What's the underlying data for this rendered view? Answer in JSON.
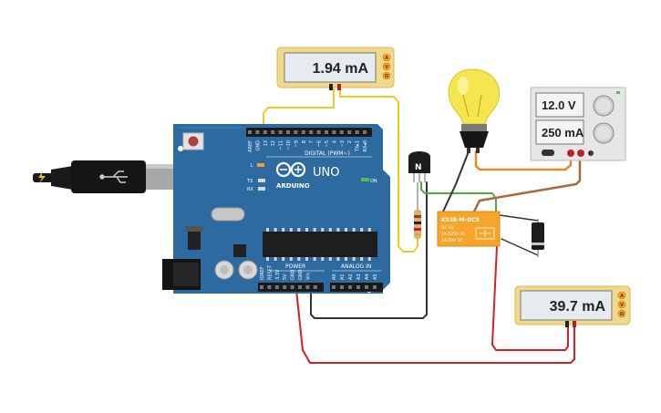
{
  "meter_top": {
    "reading": "1.94 mA",
    "buttons": [
      "A",
      "V",
      "Ω"
    ]
  },
  "meter_right": {
    "reading": "39.7 mA",
    "buttons": [
      "A",
      "V",
      "Ω"
    ]
  },
  "power_supply": {
    "voltage": "12.0 V",
    "current": "250 mA"
  },
  "arduino": {
    "brand": "ARDUINO",
    "model": "UNO",
    "digital_label": "DIGITAL (PWM~)",
    "analog_label": "ANALOG IN",
    "power_label": "POWER",
    "on_label": "ON",
    "tx_label": "TX",
    "rx_label": "RX",
    "l_label": "L",
    "digital_pins": [
      "AREF",
      "GND",
      "13",
      "12",
      "~11",
      "~10",
      "~9",
      "8",
      "7",
      "~6",
      "~5",
      "4",
      "~3",
      "2",
      "TX▸1",
      "RX◂0"
    ],
    "power_pins": [
      "IOREF",
      "RESET",
      "3.3V",
      "5V",
      "GND",
      "GND",
      "Vin"
    ],
    "analog_pins": [
      "A0",
      "A1",
      "A2",
      "A3",
      "A4",
      "A5"
    ]
  },
  "transistor": {
    "label": "N"
  },
  "relay": {
    "model": "KS2E-M-DC5",
    "line1": "DC 5V",
    "line2": "1A/125V AC",
    "line3": "2A/30V DC"
  },
  "colors": {
    "board": "#2d6aa0",
    "wire_red": "#d42020",
    "wire_yellow": "#f0cc20",
    "wire_black": "#333333",
    "wire_green": "#4caf3c",
    "wire_brown": "#a86a3a",
    "wire_orange": "#e08a2a",
    "relay": "#f4a52a"
  }
}
